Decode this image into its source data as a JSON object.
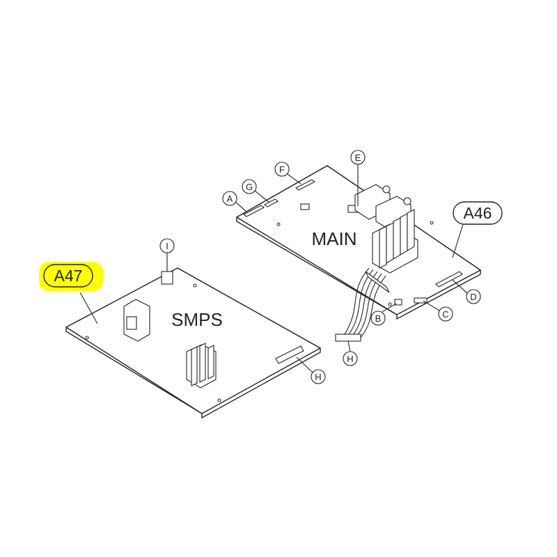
{
  "boards": {
    "main": {
      "label": "MAIN",
      "part": "A46"
    },
    "smps": {
      "label": "SMPS",
      "part": "A47"
    }
  },
  "highlight_color": "#ffff00",
  "callouts": {
    "a": "A",
    "b": "B",
    "c": "C",
    "d": "D",
    "e": "E",
    "f": "F",
    "g": "G",
    "h_cable": "H",
    "h_smps": "H",
    "i": "I"
  }
}
